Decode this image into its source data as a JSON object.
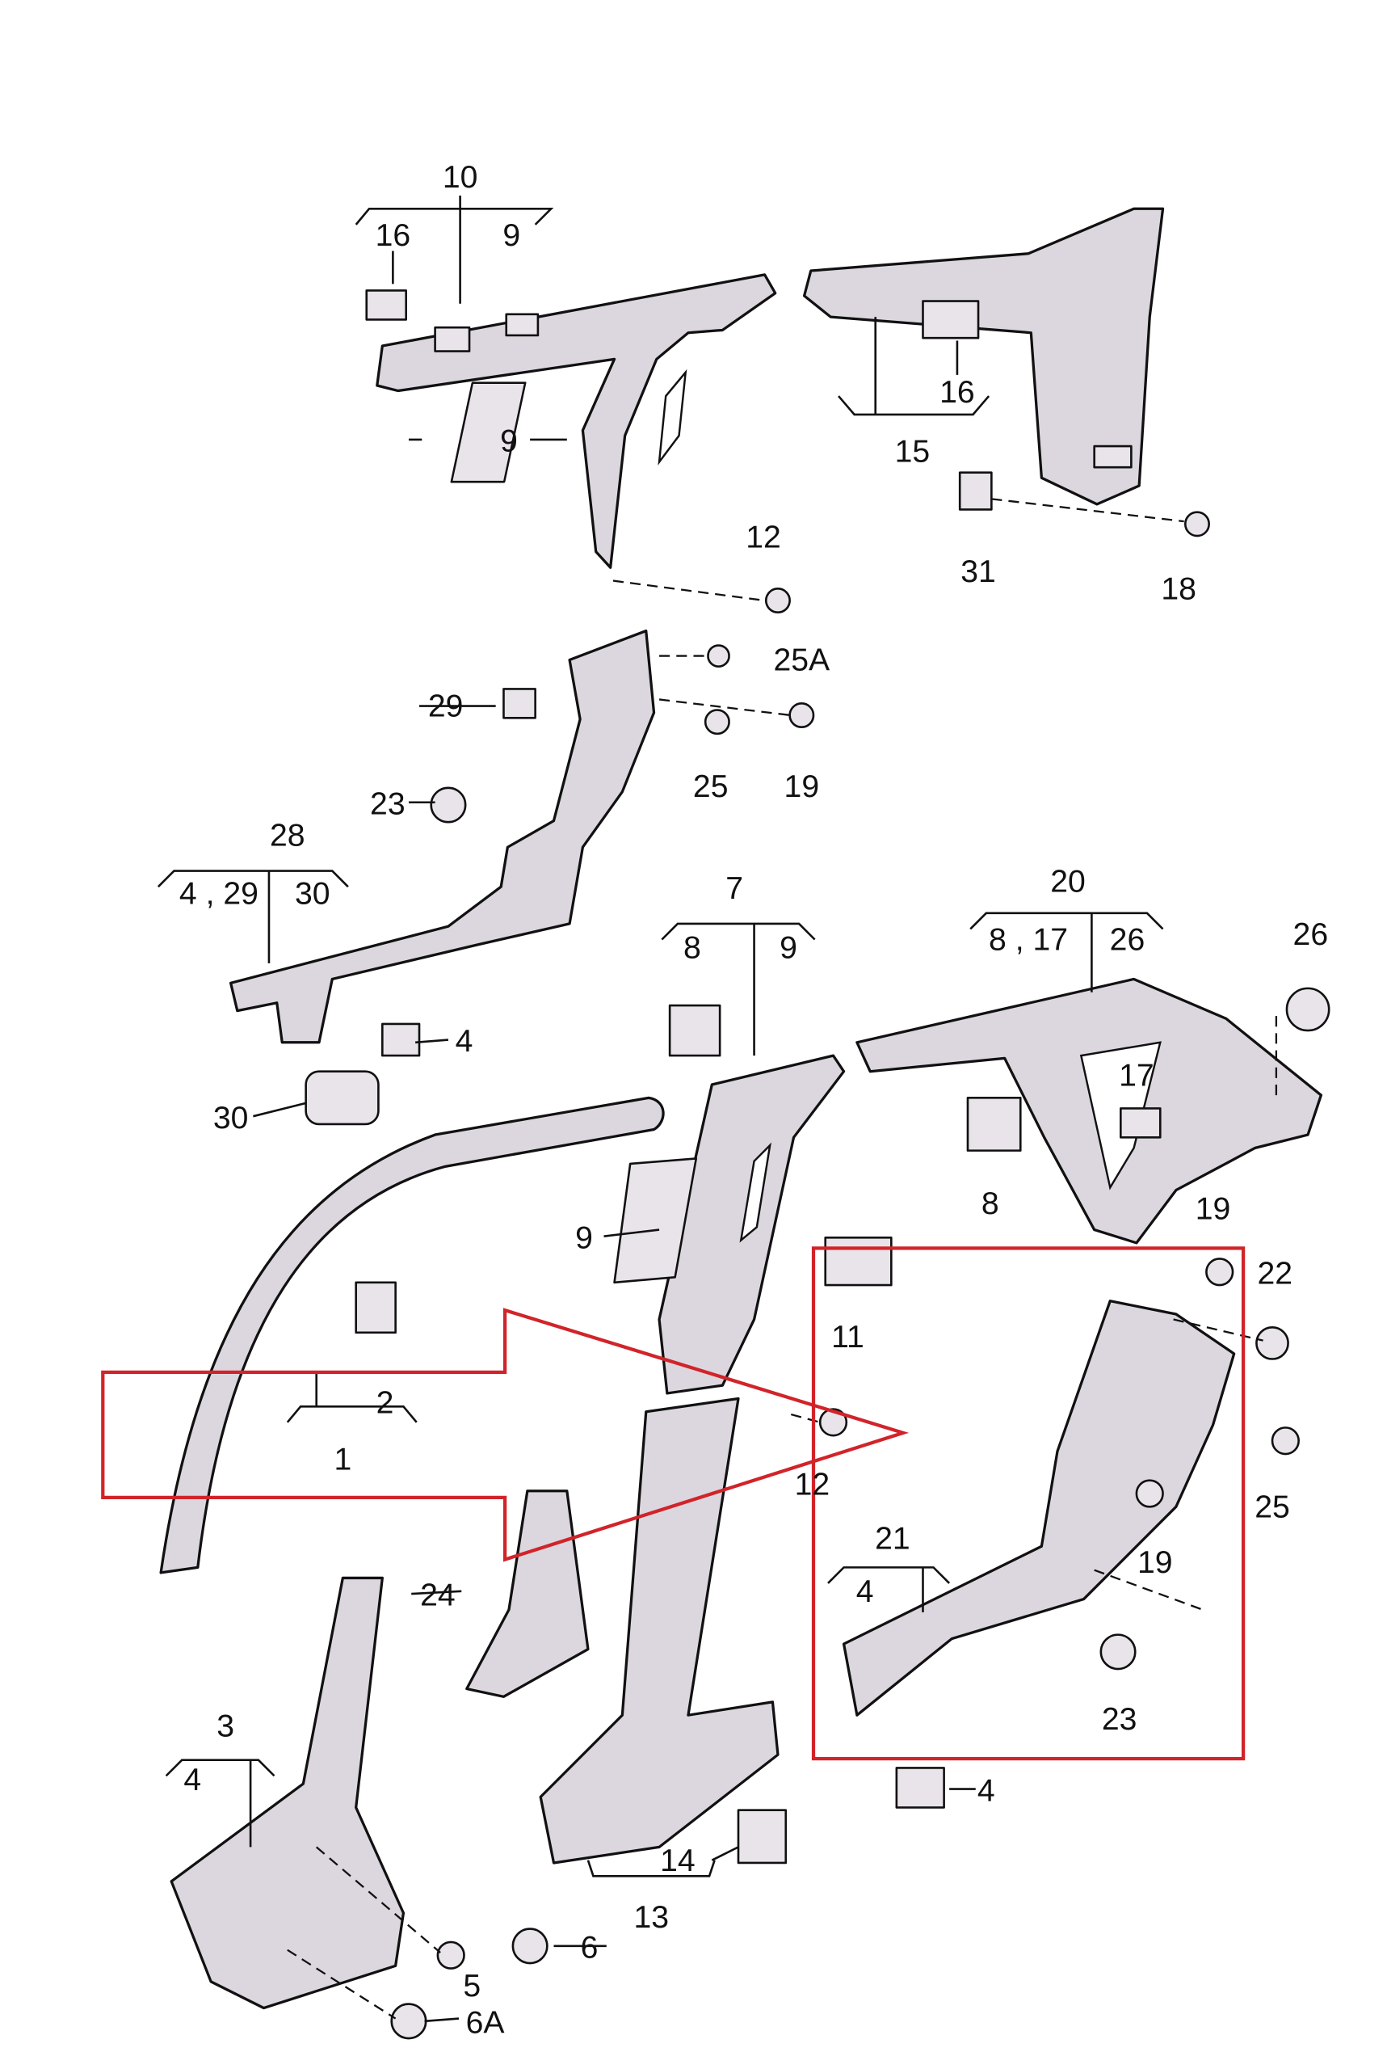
{
  "diagram": {
    "highlight_color": "#d1242a",
    "part_fill": "#dcd7de"
  },
  "callouts": {
    "p10": "10",
    "p10_a": "16",
    "p10_b": "9",
    "p9_top": "9",
    "p16_right": "16",
    "p15": "15",
    "p12_top": "12",
    "p31": "31",
    "p18": "18",
    "p25a": "25A",
    "p29": "29",
    "p25_mid": "25",
    "p19_mid": "19",
    "p23_top": "23",
    "p28": "28",
    "p28_a": "4 , 29",
    "p28_b": "30",
    "p7": "7",
    "p7_a": "8",
    "p7_b": "9",
    "p20": "20",
    "p20_a": "8 , 17",
    "p20_b": "26",
    "p26": "26",
    "p4_clip": "4",
    "p30": "30",
    "p17": "17",
    "p8": "8",
    "p9_mid": "9",
    "p19_box": "19",
    "p22": "22",
    "p11": "11",
    "p2": "2",
    "p1": "1",
    "p12_mid": "12",
    "p25_box": "25",
    "p21": "21",
    "p21_a": "4",
    "p19_low": "19",
    "p24": "24",
    "p23_box": "23",
    "p3": "3",
    "p3_a": "4",
    "p4_low": "4",
    "p14": "14",
    "p13": "13",
    "p5": "5",
    "p6": "6",
    "p6a": "6A"
  }
}
